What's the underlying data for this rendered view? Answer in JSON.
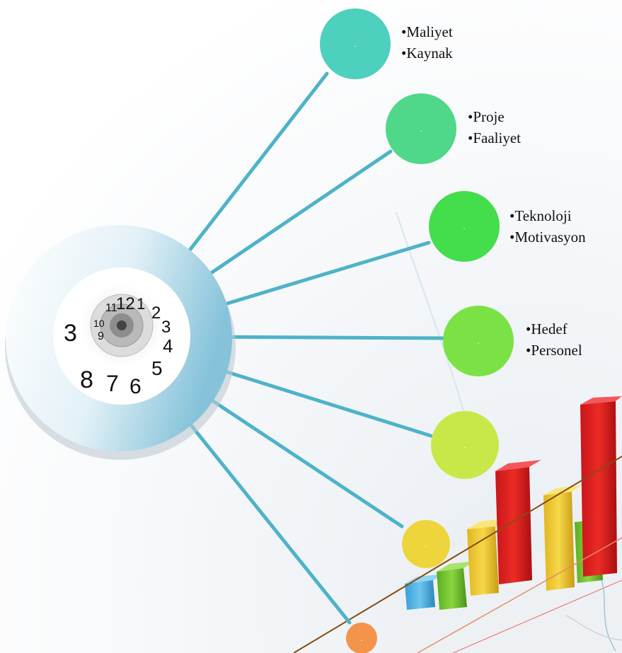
{
  "background": {
    "color": "#f6f8fb"
  },
  "hub": {
    "icon": "spiral-clock",
    "ring_color": "#9ecde0",
    "clock_digits": [
      "12",
      "1",
      "2",
      "3",
      "4",
      "5",
      "6",
      "7",
      "8",
      "9",
      "10",
      "11"
    ]
  },
  "connector_color": "#4eb3c8",
  "nodes": [
    {
      "color": "#4dd0bd",
      "dot": ".",
      "items": [
        "•Maliyet",
        "•Kaynak"
      ]
    },
    {
      "color": "#4fd88a",
      "dot": ".",
      "items": [
        "•Proje",
        "•Faaliyet"
      ]
    },
    {
      "color": "#44dd4c",
      "dot": ".",
      "items": [
        "•Teknoloji",
        "•Motivasyon"
      ]
    },
    {
      "color": "#7ae245",
      "dot": ".",
      "items": [
        "•Hedef",
        "•Personel"
      ]
    },
    {
      "color": "#c8e84a",
      "dot": ".",
      "items": []
    },
    {
      "color": "#efd53c",
      "dot": ".",
      "items": []
    },
    {
      "color": "#f4934a",
      "dot": ".",
      "items": []
    }
  ],
  "decor": {
    "icon": "bar-chart-illustration",
    "bar_colors": [
      "#58b7e8",
      "#7ccf3c",
      "#f3d13a",
      "#e02a22"
    ]
  }
}
